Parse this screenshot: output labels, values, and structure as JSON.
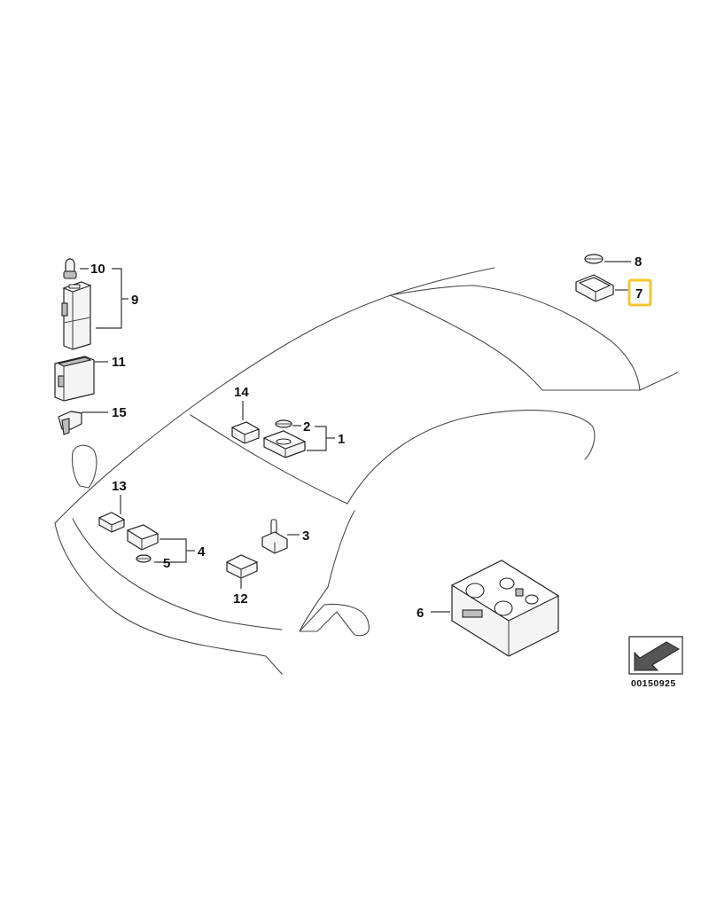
{
  "diagram": {
    "reference_code": "00150925",
    "highlight_color": "#f5c431",
    "line_color": "#4a4a4a",
    "callouts": {
      "c1": "1",
      "c2": "2",
      "c3": "3",
      "c4": "4",
      "c5": "5",
      "c6": "6",
      "c7": "7",
      "c8": "8",
      "c9": "9",
      "c10": "10",
      "c11": "11",
      "c12": "12",
      "c13": "13",
      "c14": "14",
      "c15": "15"
    },
    "highlighted_callout": "7",
    "icons": {
      "orientation": "front-arrow-icon"
    }
  }
}
